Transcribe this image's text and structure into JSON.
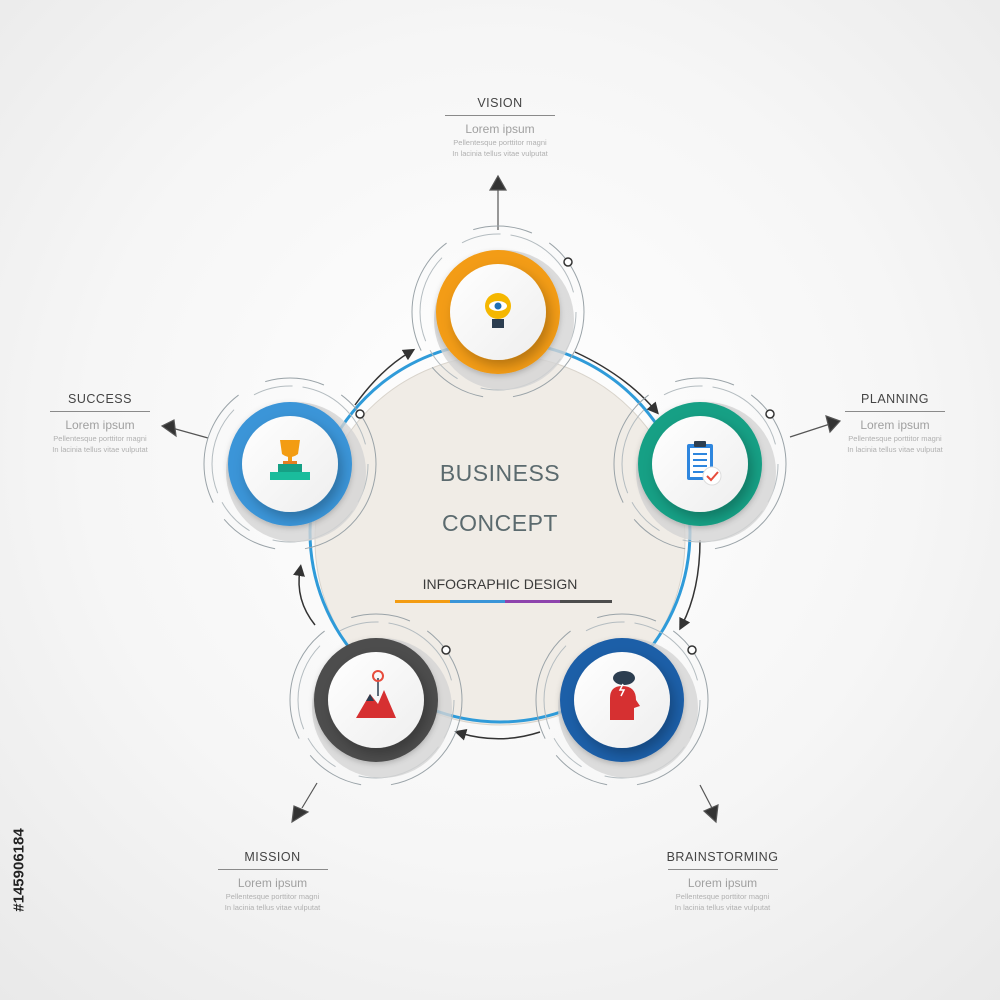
{
  "center": {
    "title_line1": "BUSINESS",
    "title_line2": "CONCEPT",
    "subtitle": "INFOGRAPHIC DESIGN"
  },
  "nodes": [
    {
      "id": "vision",
      "title": "VISION",
      "subtitle": "Lorem ipsum",
      "desc_line1": "Pellentesque porttitor magni",
      "desc_line2": "In lacinia tellus vitae vulputat",
      "color": "#f39c12",
      "icon": "lightbulb-eye-icon"
    },
    {
      "id": "planning",
      "title": "PLANNING",
      "subtitle": "Lorem ipsum",
      "desc_line1": "Pellentesque porttitor magni",
      "desc_line2": "In lacinia tellus vitae vulputat",
      "color": "#16a085",
      "icon": "clipboard-check-icon"
    },
    {
      "id": "brainstorming",
      "title": "BRAINSTORMING",
      "subtitle": "Lorem ipsum",
      "desc_line1": "Pellentesque porttitor magni",
      "desc_line2": "In lacinia tellus vitae vulputat",
      "color": "#1f5fa8",
      "icon": "head-storm-icon"
    },
    {
      "id": "mission",
      "title": "MISSION",
      "subtitle": "Lorem ipsum",
      "desc_line1": "Pellentesque porttitor magni",
      "desc_line2": "In lacinia tellus vitae vulputat",
      "color": "#4d4d4d",
      "icon": "mountain-target-icon"
    },
    {
      "id": "success",
      "title": "SUCCESS",
      "subtitle": "Lorem ipsum",
      "desc_line1": "Pellentesque porttitor magni",
      "desc_line2": "In lacinia tellus vitae vulputat",
      "color": "#3a95d8",
      "icon": "trophy-podium-icon"
    }
  ],
  "stripe_colors": [
    "#f39c12",
    "#3a95d8",
    "#8e44ad",
    "#4d4d4d"
  ],
  "ring_color": "#2f9bd9",
  "stock_id": "#145906184"
}
